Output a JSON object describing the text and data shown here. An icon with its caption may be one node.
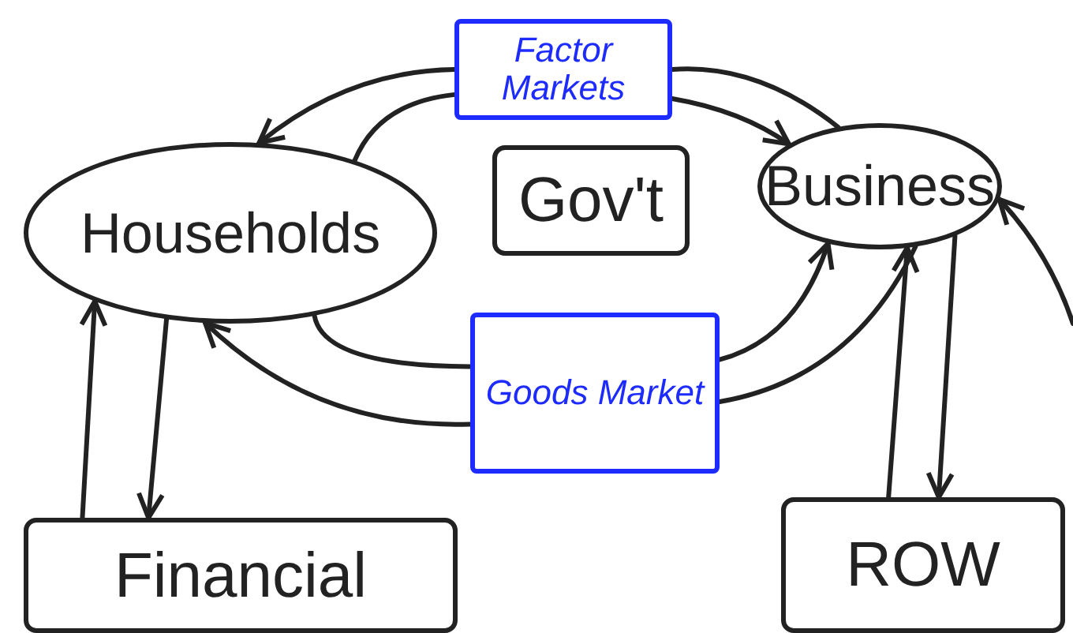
{
  "diagram": {
    "nodes": [
      {
        "text": [
          "Factor Markets"
        ]
      },
      {
        "text": [
          "Households"
        ]
      },
      {
        "text": [
          "Gov't"
        ]
      },
      {
        "text": [
          "Business"
        ]
      },
      {
        "text": [
          "Goods Market"
        ]
      },
      {
        "text": [
          "Financial"
        ]
      },
      {
        "text": [
          "ROW"
        ]
      }
    ],
    "edges": [
      {
        "from": 3,
        "to": 0,
        "arrow": "none"
      },
      {
        "from": 0,
        "to": 1,
        "arrow": "to"
      },
      {
        "from": 1,
        "to": 0,
        "arrow": "none"
      },
      {
        "from": 0,
        "to": 3,
        "arrow": "to"
      },
      {
        "from": 1,
        "to": 4,
        "arrow": "none"
      },
      {
        "from": 4,
        "to": 3,
        "arrow": "to"
      },
      {
        "from": 3,
        "to": 4,
        "arrow": "none"
      },
      {
        "from": 4,
        "to": 1,
        "arrow": "to"
      },
      {
        "from": 5,
        "to": 1,
        "arrow": "to"
      },
      {
        "from": 1,
        "to": 5,
        "arrow": "to"
      },
      {
        "from": 6,
        "to": 3,
        "arrow": "to"
      },
      {
        "from": 3,
        "to": 6,
        "arrow": "to"
      },
      {
        "from": null,
        "to": 3,
        "arrow": "to"
      }
    ]
  }
}
